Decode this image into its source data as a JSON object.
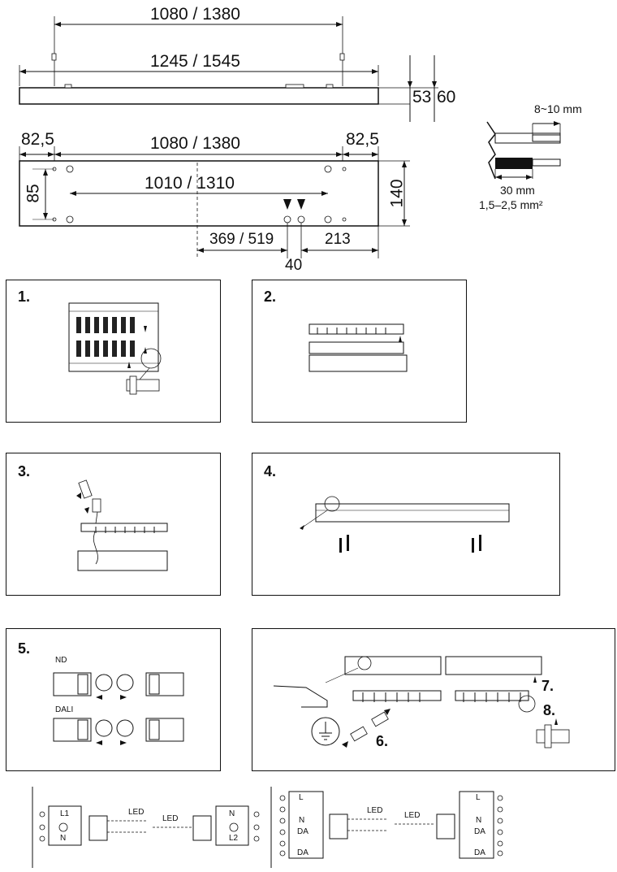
{
  "top_view": {
    "dim_suspension": "1080 / 1380",
    "dim_length": "1245 / 1545",
    "dim_height_a": "53",
    "dim_height_b": "60"
  },
  "plan_view": {
    "dim_edge_left": "82,5",
    "dim_mount": "1080 / 1380",
    "dim_edge_right": "82,5",
    "dim_hole_spacing": "1010 / 1310",
    "dim_vertical_85": "85",
    "dim_width": "140",
    "dim_entry_offset": "369 / 519",
    "dim_right": "213",
    "dim_entry_gap": "40"
  },
  "wire_spec": {
    "strip_length": "8~10 mm",
    "sheath_length": "30 mm",
    "cross_section": "1,5–2,5 mm²"
  },
  "steps": {
    "s1": "1.",
    "s2": "2.",
    "s3": "3.",
    "s4": "4.",
    "s5": "5.",
    "s6": "6.",
    "s7": "7.",
    "s8": "8."
  },
  "step5_labels": {
    "nd": "ND",
    "dali": "DALI"
  },
  "wiring_left": {
    "l1": "L1",
    "n_left": "N",
    "led_a": "LED",
    "led_b": "LED",
    "n_right": "N",
    "l2": "L2"
  },
  "wiring_right": {
    "l_left": "L",
    "n_left": "N",
    "da_a": "DA",
    "da_b": "DA",
    "led_a": "LED",
    "led_b": "LED",
    "l_right": "L",
    "n_right": "N",
    "da_c": "DA",
    "da_d": "DA"
  }
}
